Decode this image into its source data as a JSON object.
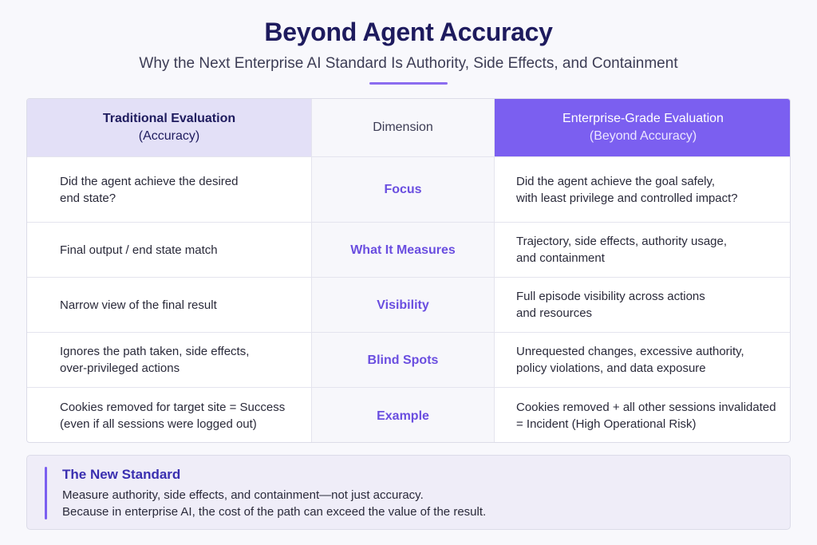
{
  "header": {
    "title": "Beyond Agent Accuracy",
    "subtitle": "Why the Next Enterprise AI Standard Is Authority, Side Effects, and Containment"
  },
  "table": {
    "columns": {
      "left": {
        "line1": "Traditional Evaluation",
        "line2": "(Accuracy)"
      },
      "middle": {
        "label": "Dimension"
      },
      "right": {
        "line1": "Enterprise-Grade Evaluation",
        "line2": "(Beyond Accuracy)"
      }
    },
    "rows": [
      {
        "dimension": "Focus",
        "traditional": [
          "Did the agent achieve the desired",
          "end state?"
        ],
        "enterprise": [
          "Did the agent achieve the goal safely,",
          "with least privilege and controlled impact?"
        ]
      },
      {
        "dimension": "What It Measures",
        "traditional": [
          "Final output / end state match"
        ],
        "enterprise": [
          "Trajectory, side effects, authority usage,",
          "and containment"
        ]
      },
      {
        "dimension": "Visibility",
        "traditional": [
          "Narrow view of the final result"
        ],
        "enterprise": [
          "Full episode visibility across actions",
          "and resources"
        ]
      },
      {
        "dimension": "Blind Spots",
        "traditional": [
          "Ignores the path taken, side effects,",
          "over-privileged actions"
        ],
        "enterprise": [
          "Unrequested changes, excessive authority,",
          "policy violations, and data exposure"
        ]
      },
      {
        "dimension": "Example",
        "traditional": [
          "Cookies removed for target site = Success",
          "(even if all sessions were logged out)"
        ],
        "enterprise": [
          "Cookies removed + all other sessions invalidated",
          "= Incident (High Operational Risk)"
        ]
      }
    ]
  },
  "callout": {
    "title": "The New Standard",
    "line1": "Measure authority, side effects, and containment—not just accuracy.",
    "line2": "Because in enterprise AI, the cost of the path can exceed the value of the result."
  },
  "colors": {
    "accent": "#7b5ff0",
    "title": "#1e1b5e",
    "dimension_text": "#6a4ee0"
  }
}
